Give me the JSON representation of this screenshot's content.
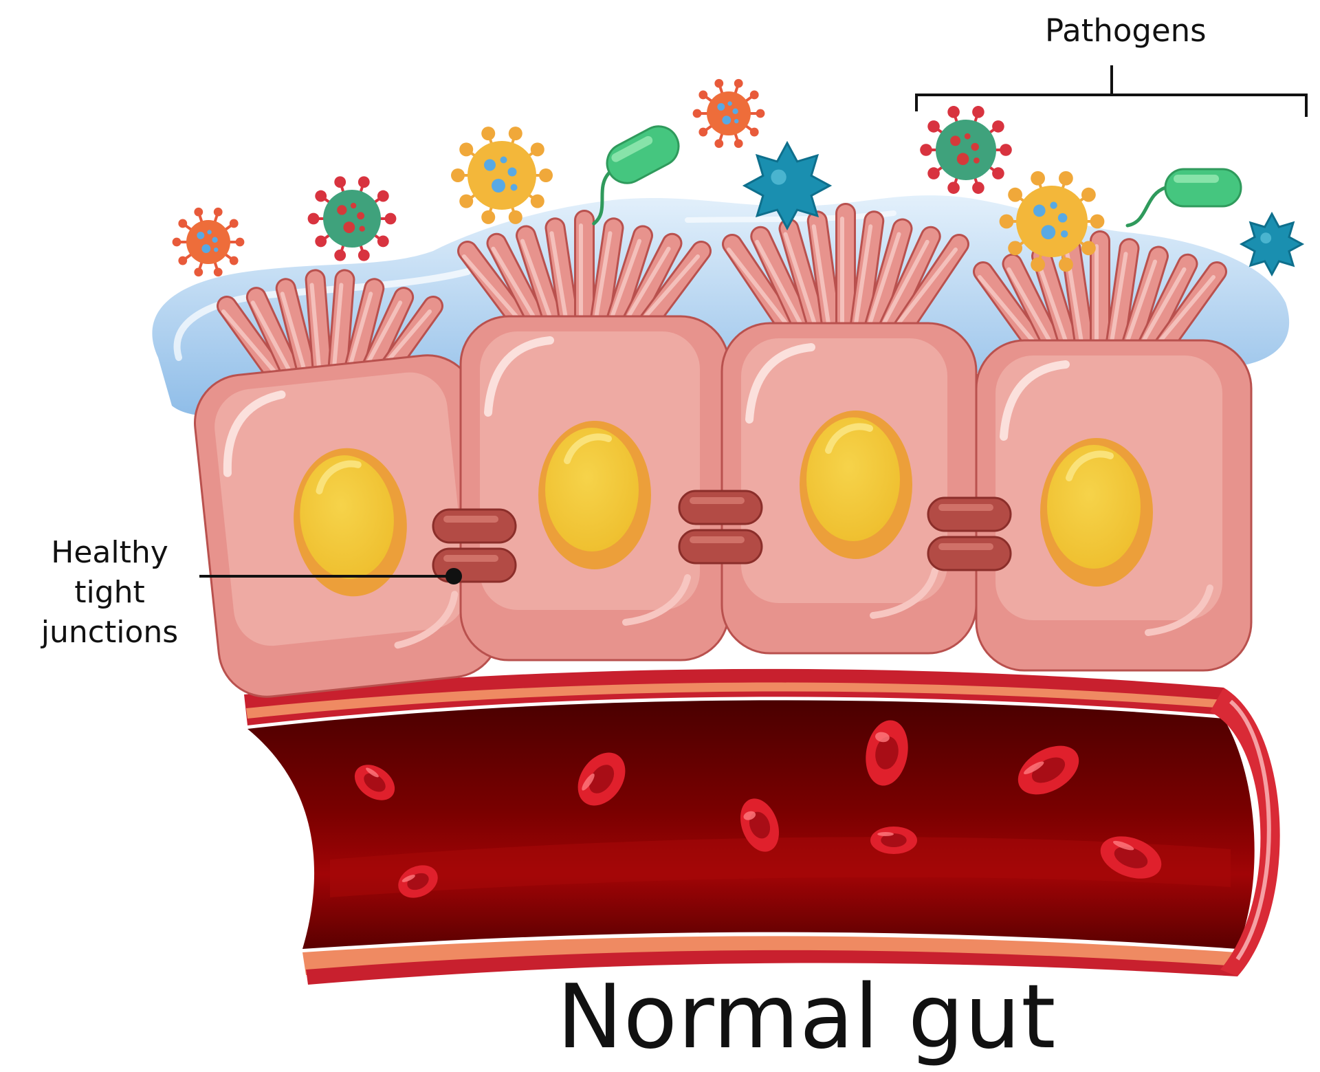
{
  "labels": {
    "pathogens": "Pathogens",
    "tight_junctions_line1": "Healthy tight",
    "tight_junctions_line2": "junctions",
    "title": "Normal gut"
  },
  "colors": {
    "mucus": "#a9cdef",
    "mucus_light": "#dbeafa",
    "cell": "#e7938d",
    "cell_light": "#eeaaa3",
    "cell_edge": "#b9514e",
    "nucleus": "#f0c336",
    "nucleus_rim": "#ec9f3a",
    "junction": "#b34b45",
    "vessel_wall": "#c8202e",
    "vessel_band": "#ef8a62",
    "vessel_inner": "#6a0000",
    "rbc": "#e0202c",
    "virus_green": "#3fa27c",
    "virus_orange": "#ee6d3a",
    "virus_yellow": "#f3b73a",
    "bacteria_green": "#45c67f",
    "star_blue": "#1a8fb0"
  },
  "icons": [
    "virus-icon",
    "bacteria-icon",
    "star-pathogen-icon",
    "red-blood-cell-icon",
    "nucleus-icon"
  ]
}
